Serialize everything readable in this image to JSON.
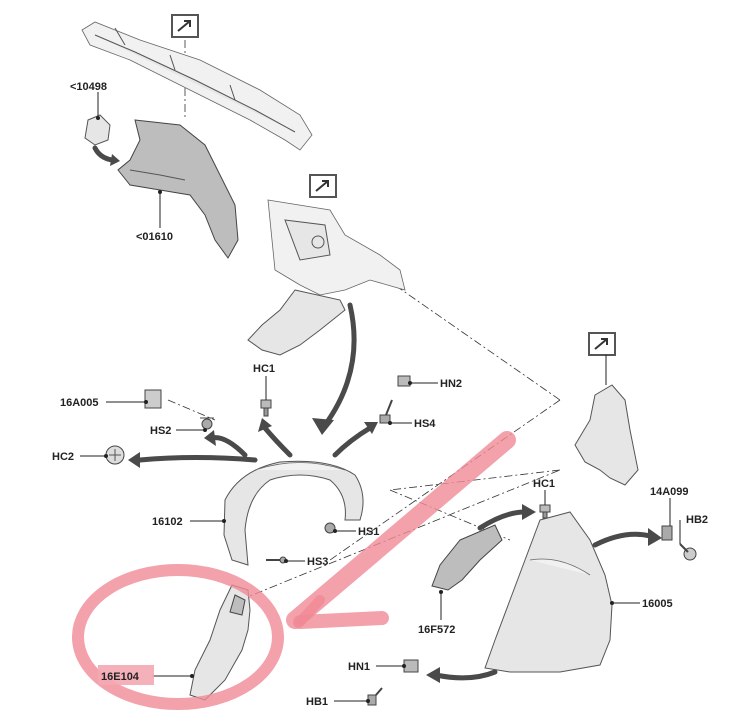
{
  "labels": {
    "l10498": "<10498",
    "l01610": "<01610",
    "hc1_top": "HC1",
    "hn2": "HN2",
    "l16a005": "16A005",
    "hs2": "HS2",
    "hs4": "HS4",
    "hc2": "HC2",
    "l16102": "16102",
    "hs1": "HS1",
    "hs3": "HS3",
    "l16e104": "16E104",
    "hc1_right": "HC1",
    "l14a099": "14A099",
    "hb2": "HB2",
    "l16f572": "16F572",
    "l16005": "16005",
    "hn1": "HN1",
    "hb1": "HB1"
  },
  "colors": {
    "highlight": "#f08a96",
    "highlight_fill": "#f4a8b2",
    "arrow": "#4a4a4a",
    "part": "#e6e6e6"
  },
  "icons": {
    "ref": "external-reference-arrow-icon"
  }
}
